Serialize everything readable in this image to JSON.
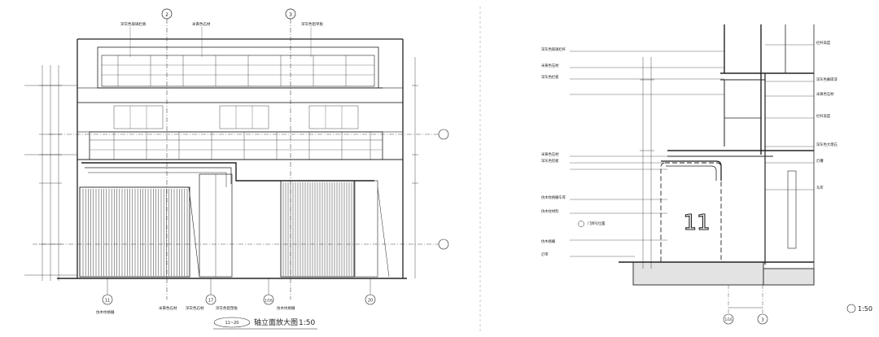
{
  "left_drawing": {
    "top_labels": [
      "深灰色玻璃栏板",
      "米黄色石材",
      "深灰色铝单板"
    ],
    "bottom_labels": [
      "仿木纹格栅",
      "米黄色石材",
      "深灰色石材",
      "深灰色铝塑板",
      "仿木纹格栅"
    ],
    "axis_bottom": [
      "11",
      "17",
      "1/16",
      "20"
    ],
    "axis_top": [
      "2",
      "3"
    ],
    "caption": {
      "axes": "11~20",
      "title": "轴立面放大图",
      "scale": "1:50"
    }
  },
  "right_drawing": {
    "right_labels": [
      "栏杆高度",
      "深灰色氟碳漆",
      "米黄色石材",
      "栏杆高度",
      "深灰色大理石",
      "灯槽",
      "车库"
    ],
    "left_labels": [
      "深灰色玻璃栏杆",
      "米黄色石材",
      "深灰色栏板",
      "米黄色石材",
      "深灰色铝板",
      "仿木纹格栅车库",
      "仿木纹材料",
      "门牌号位置",
      "仿木格栅",
      "灯带"
    ],
    "room_number": "11",
    "axis_bottom": [
      "1/16",
      "3"
    ],
    "caption": {
      "scale": "1:50"
    }
  }
}
